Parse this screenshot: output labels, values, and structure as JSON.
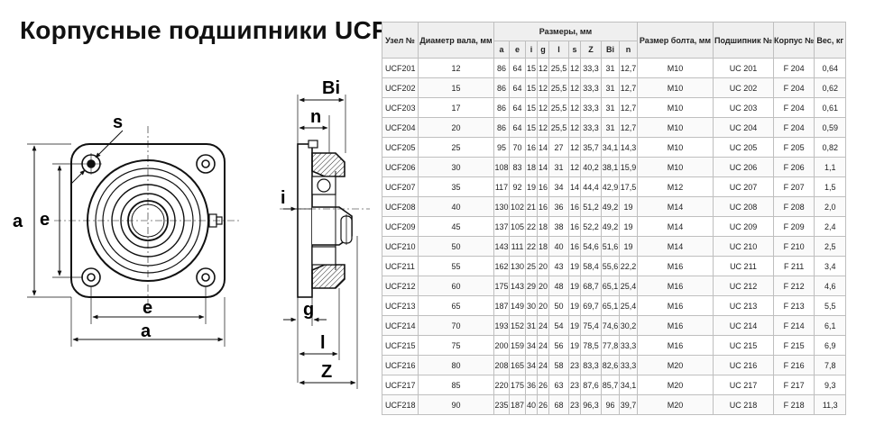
{
  "title": "Корпусные подшипники UCF",
  "drawing": {
    "labels": {
      "s": "s",
      "a": "a",
      "e": "e",
      "bi": "Bi",
      "n": "n",
      "i": "i",
      "g": "g",
      "l": "l",
      "z": "Z"
    }
  },
  "table": {
    "headers": {
      "unit": "Узел №",
      "shaft": "Диаметр вала, мм",
      "dims": "Размеры, мм",
      "bolt": "Размер болта, мм",
      "bearing": "Подшипник №",
      "housing": "Корпус №",
      "weight": "Вес, кг"
    },
    "dim_columns": [
      "a",
      "e",
      "i",
      "g",
      "l",
      "s",
      "Z",
      "Bi",
      "n"
    ],
    "rows": [
      {
        "unit": "UCF201",
        "shaft": "12",
        "dims": [
          "86",
          "64",
          "15",
          "12",
          "25,5",
          "12",
          "33,3",
          "31",
          "12,7"
        ],
        "bolt": "M10",
        "bearing": "UC 201",
        "housing": "F 204",
        "weight": "0,64"
      },
      {
        "unit": "UCF202",
        "shaft": "15",
        "dims": [
          "86",
          "64",
          "15",
          "12",
          "25,5",
          "12",
          "33,3",
          "31",
          "12,7"
        ],
        "bolt": "M10",
        "bearing": "UC 202",
        "housing": "F 204",
        "weight": "0,62"
      },
      {
        "unit": "UCF203",
        "shaft": "17",
        "dims": [
          "86",
          "64",
          "15",
          "12",
          "25,5",
          "12",
          "33,3",
          "31",
          "12,7"
        ],
        "bolt": "M10",
        "bearing": "UC 203",
        "housing": "F 204",
        "weight": "0,61"
      },
      {
        "unit": "UCF204",
        "shaft": "20",
        "dims": [
          "86",
          "64",
          "15",
          "12",
          "25,5",
          "12",
          "33,3",
          "31",
          "12,7"
        ],
        "bolt": "M10",
        "bearing": "UC 204",
        "housing": "F 204",
        "weight": "0,59"
      },
      {
        "unit": "UCF205",
        "shaft": "25",
        "dims": [
          "95",
          "70",
          "16",
          "14",
          "27",
          "12",
          "35,7",
          "34,1",
          "14,3"
        ],
        "bolt": "M10",
        "bearing": "UC 205",
        "housing": "F 205",
        "weight": "0,82"
      },
      {
        "unit": "UCF206",
        "shaft": "30",
        "dims": [
          "108",
          "83",
          "18",
          "14",
          "31",
          "12",
          "40,2",
          "38,1",
          "15,9"
        ],
        "bolt": "M10",
        "bearing": "UC 206",
        "housing": "F 206",
        "weight": "1,1"
      },
      {
        "unit": "UCF207",
        "shaft": "35",
        "dims": [
          "117",
          "92",
          "19",
          "16",
          "34",
          "14",
          "44,4",
          "42,9",
          "17,5"
        ],
        "bolt": "M12",
        "bearing": "UC 207",
        "housing": "F 207",
        "weight": "1,5"
      },
      {
        "unit": "UCF208",
        "shaft": "40",
        "dims": [
          "130",
          "102",
          "21",
          "16",
          "36",
          "16",
          "51,2",
          "49,2",
          "19"
        ],
        "bolt": "M14",
        "bearing": "UC 208",
        "housing": "F 208",
        "weight": "2,0"
      },
      {
        "unit": "UCF209",
        "shaft": "45",
        "dims": [
          "137",
          "105",
          "22",
          "18",
          "38",
          "16",
          "52,2",
          "49,2",
          "19"
        ],
        "bolt": "M14",
        "bearing": "UC 209",
        "housing": "F 209",
        "weight": "2,4"
      },
      {
        "unit": "UCF210",
        "shaft": "50",
        "dims": [
          "143",
          "111",
          "22",
          "18",
          "40",
          "16",
          "54,6",
          "51,6",
          "19"
        ],
        "bolt": "M14",
        "bearing": "UC 210",
        "housing": "F 210",
        "weight": "2,5"
      },
      {
        "unit": "UCF211",
        "shaft": "55",
        "dims": [
          "162",
          "130",
          "25",
          "20",
          "43",
          "19",
          "58,4",
          "55,6",
          "22,2"
        ],
        "bolt": "M16",
        "bearing": "UC 211",
        "housing": "F 211",
        "weight": "3,4"
      },
      {
        "unit": "UCF212",
        "shaft": "60",
        "dims": [
          "175",
          "143",
          "29",
          "20",
          "48",
          "19",
          "68,7",
          "65,1",
          "25,4"
        ],
        "bolt": "M16",
        "bearing": "UC 212",
        "housing": "F 212",
        "weight": "4,6"
      },
      {
        "unit": "UCF213",
        "shaft": "65",
        "dims": [
          "187",
          "149",
          "30",
          "20",
          "50",
          "19",
          "69,7",
          "65,1",
          "25,4"
        ],
        "bolt": "M16",
        "bearing": "UC 213",
        "housing": "F 213",
        "weight": "5,5"
      },
      {
        "unit": "UCF214",
        "shaft": "70",
        "dims": [
          "193",
          "152",
          "31",
          "24",
          "54",
          "19",
          "75,4",
          "74,6",
          "30,2"
        ],
        "bolt": "M16",
        "bearing": "UC 214",
        "housing": "F 214",
        "weight": "6,1"
      },
      {
        "unit": "UCF215",
        "shaft": "75",
        "dims": [
          "200",
          "159",
          "34",
          "24",
          "56",
          "19",
          "78,5",
          "77,8",
          "33,3"
        ],
        "bolt": "M16",
        "bearing": "UC 215",
        "housing": "F 215",
        "weight": "6,9"
      },
      {
        "unit": "UCF216",
        "shaft": "80",
        "dims": [
          "208",
          "165",
          "34",
          "24",
          "58",
          "23",
          "83,3",
          "82,6",
          "33,3"
        ],
        "bolt": "M20",
        "bearing": "UC 216",
        "housing": "F 216",
        "weight": "7,8"
      },
      {
        "unit": "UCF217",
        "shaft": "85",
        "dims": [
          "220",
          "175",
          "36",
          "26",
          "63",
          "23",
          "87,6",
          "85,7",
          "34,1"
        ],
        "bolt": "M20",
        "bearing": "UC 217",
        "housing": "F 217",
        "weight": "9,3"
      },
      {
        "unit": "UCF218",
        "shaft": "90",
        "dims": [
          "235",
          "187",
          "40",
          "26",
          "68",
          "23",
          "96,3",
          "96",
          "39,7"
        ],
        "bolt": "M20",
        "bearing": "UC 218",
        "housing": "F 218",
        "weight": "11,3"
      }
    ]
  }
}
